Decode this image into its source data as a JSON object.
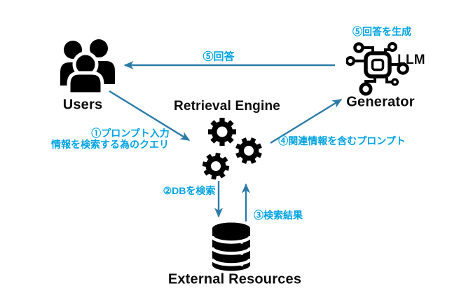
{
  "nodes": {
    "users": {
      "label": "Users"
    },
    "retrieval_engine": {
      "label": "Retrieval Engine"
    },
    "generator": {
      "label": "Generator",
      "chip_text": "LLM",
      "step5_annotation": "⑤回答を生成"
    },
    "external_resources": {
      "label": "External Resources"
    }
  },
  "flows": {
    "step1": {
      "line1": "①プロンプト入力",
      "line2": "情報を検索する為のクエリ"
    },
    "step2": {
      "label": "②DBを検索"
    },
    "step3": {
      "label": "③検索結果"
    },
    "step4": {
      "label": "④関連情報を含むプロンプト"
    },
    "step5": {
      "label": "⑤回答"
    }
  },
  "colors": {
    "background": "#FFFFFF",
    "icon": "#000000",
    "node_label_text": "#0B0B0B",
    "flow_label_text": "#00A3E2",
    "arrow": "#2C7BA7"
  }
}
